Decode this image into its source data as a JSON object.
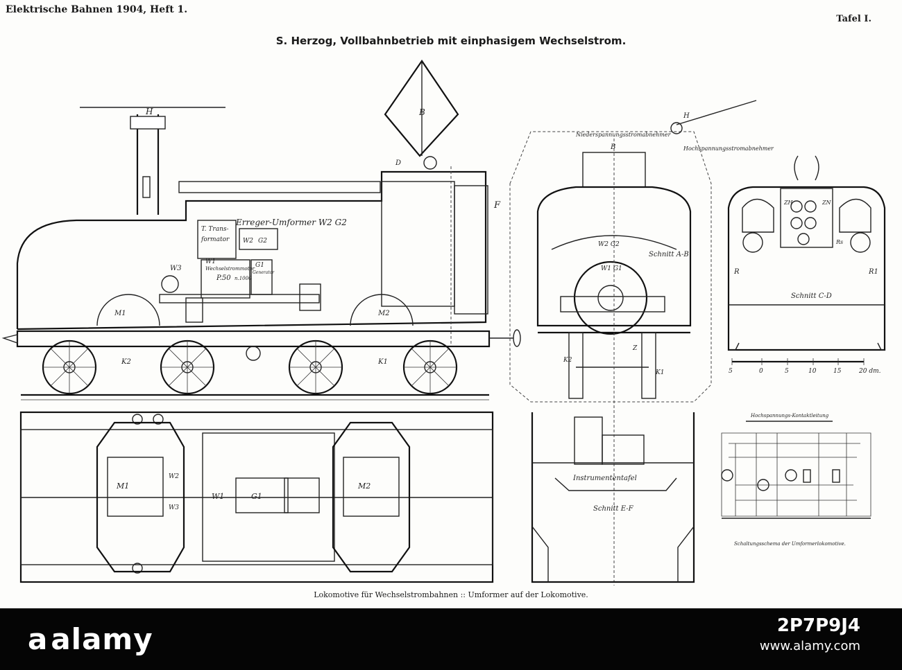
{
  "header": {
    "journal": "Elektrische Bahnen 1904, Heft 1.",
    "plate": "Tafel I.",
    "title": "S. Herzog, Vollbahnbetrieb mit einphasigem Wechselstrom."
  },
  "labels": {
    "side_view": {
      "h": "H",
      "b": "B",
      "f": "F",
      "d": "D",
      "exciter": "Erreger-Umformer W2 G2",
      "transformer_1": "T. Trans-",
      "transformer_2": "formator",
      "w2": "W2",
      "g2": "G2",
      "w1": "W1",
      "motor_text": "Wechselstrommotor",
      "p50": "P.50",
      "rpm": "n.1000",
      "g1": "G1",
      "generator": "Generator",
      "w3": "W3",
      "m1": "M1",
      "m2": "M2",
      "k2": "K2",
      "k1": "K1"
    },
    "section_ab": {
      "collector_low": "Niederspannungsstromabnehmer",
      "collector_high": "Hochspannungsstromabnehmer",
      "b": "B",
      "h": "H",
      "w2g2": "W2 G2",
      "w1g1": "W1 G1",
      "caption": "Schnitt A-B",
      "k2": "K2",
      "k1": "K1",
      "z": "Z"
    },
    "section_cd": {
      "zh": "ZH",
      "zn": "ZN",
      "r": "R",
      "r1": "R1",
      "rs": "Rs",
      "caption": "Schnitt C-D"
    },
    "scale": {
      "ticks": [
        "5",
        "0",
        "5",
        "10",
        "15",
        "20 dm."
      ]
    },
    "plan_view": {
      "m1": "M1",
      "m2": "M2",
      "w1": "W1",
      "g1": "G1",
      "w3": "W3",
      "w2": "W2"
    },
    "section_ef": {
      "panel": "Instrumententafel",
      "caption": "Schnitt E-F"
    },
    "schematic": {
      "feeder": "Hochspannungs-Kontaktleitung",
      "caption": "Schaltungsschema der Umformerlokomotive."
    }
  },
  "caption": "Lokomotive für Wechselstrombahnen :: Umformer auf der Lokomotive.",
  "watermark": {
    "brand": "alamy",
    "code": "2P7P9J4",
    "url": "www.alamy.com"
  },
  "colors": {
    "ink": "#222222",
    "paper": "#fdfdfb",
    "band": "#050505"
  }
}
